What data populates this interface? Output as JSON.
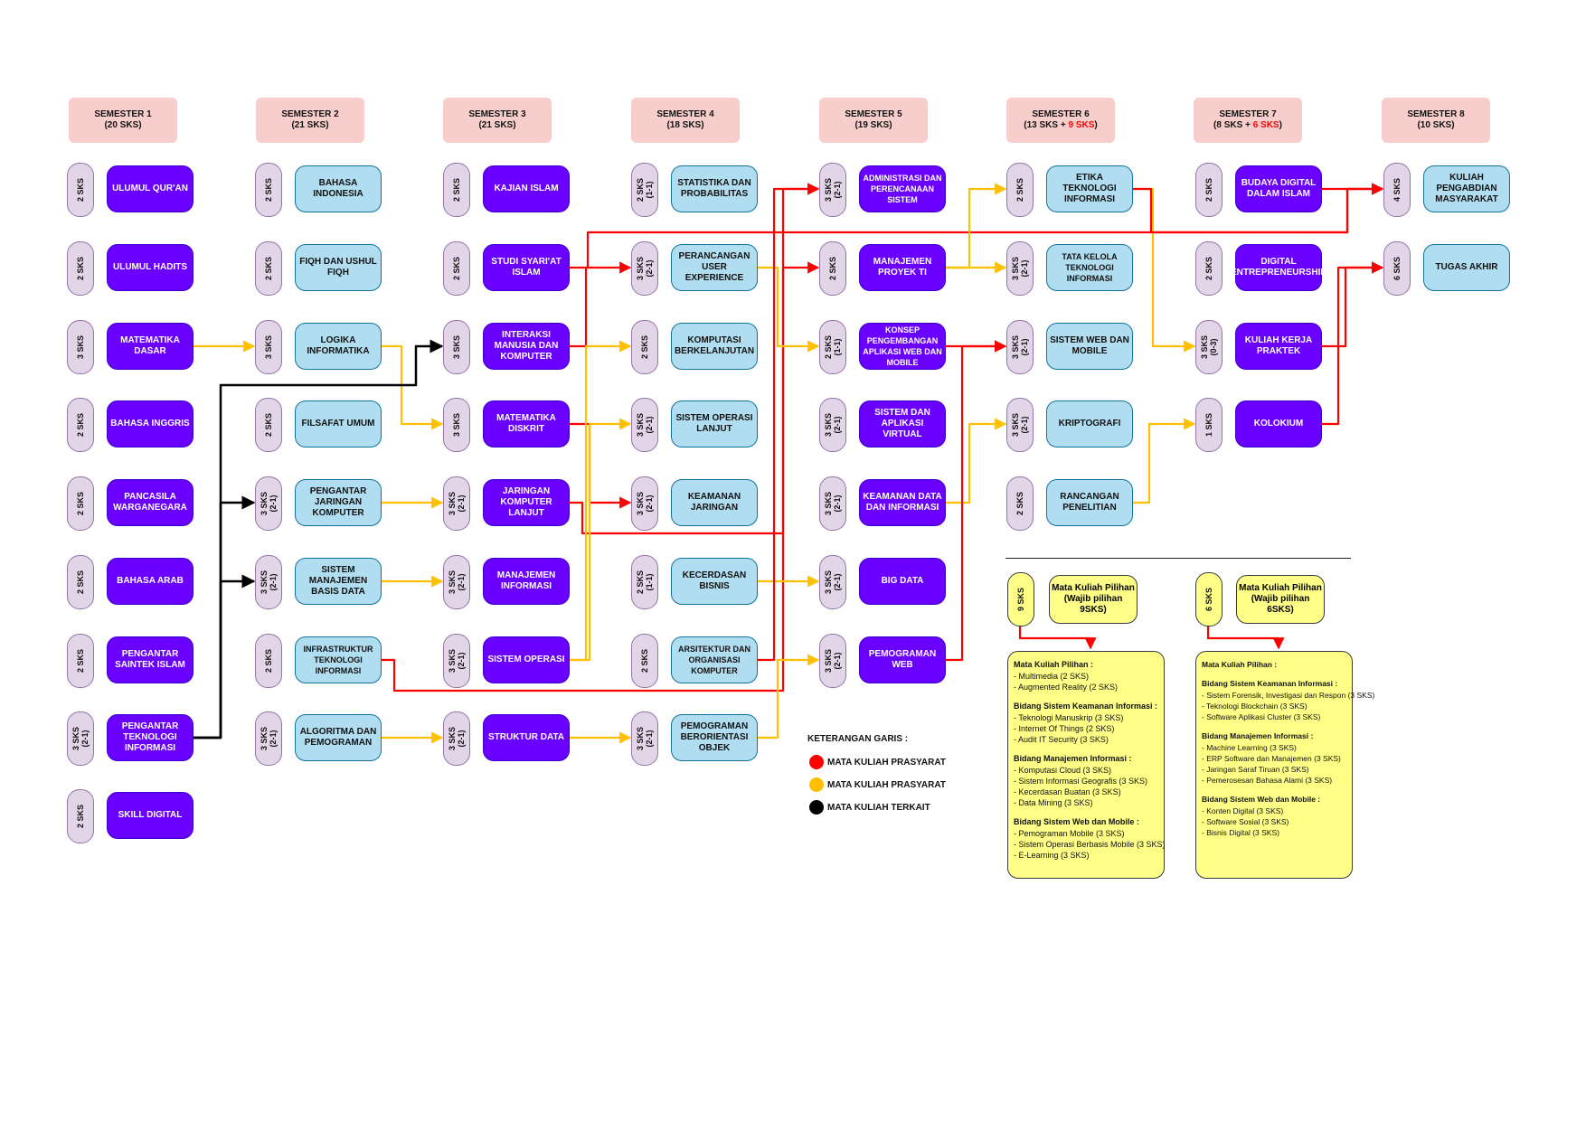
{
  "semesters": [
    {
      "title": "SEMESTER 1",
      "sks": "(20 SKS)"
    },
    {
      "title": "SEMESTER 2",
      "sks": "(21 SKS)"
    },
    {
      "title": "SEMESTER 3",
      "sks": "(21 SKS)"
    },
    {
      "title": "SEMESTER 4",
      "sks": "(18 SKS)"
    },
    {
      "title": "SEMESTER 5",
      "sks": "(19 SKS)"
    },
    {
      "title": "SEMESTER 6",
      "sks_pre": "(13 SKS + ",
      "sks_red": "9 SKS",
      "sks_post": ")"
    },
    {
      "title": "SEMESTER 7",
      "sks_pre": "(8 SKS + ",
      "sks_red": "6 SKS",
      "sks_post": ")"
    },
    {
      "title": "SEMESTER 8",
      "sks": "(10 SKS)"
    }
  ],
  "courses": [
    {
      "id": "s1r0",
      "sks": "2 SKS",
      "name": "ULUMUL QUR'AN",
      "style": "w"
    },
    {
      "id": "s1r1",
      "sks": "2 SKS",
      "name": "ULUMUL HADITS",
      "style": "w"
    },
    {
      "id": "s1r2",
      "sks": "3 SKS",
      "name": "MATEMATIKA DASAR",
      "style": "w"
    },
    {
      "id": "s1r3",
      "sks": "2 SKS",
      "name": "BAHASA INGGRIS",
      "style": "w"
    },
    {
      "id": "s1r4",
      "sks": "2 SKS",
      "name": "PANCASILA WARGANEGARA",
      "style": "w"
    },
    {
      "id": "s1r5",
      "sks": "2 SKS",
      "name": "BAHASA ARAB",
      "style": "w"
    },
    {
      "id": "s1r6",
      "sks": "2 SKS",
      "name": "PENGANTAR SAINTEK ISLAM",
      "style": "w"
    },
    {
      "id": "s1r7",
      "sks": "3 SKS\n(2-1)",
      "name": "PENGANTAR TEKNOLOGI INFORMASI",
      "style": "w"
    },
    {
      "id": "s1r8",
      "sks": "2 SKS",
      "name": "SKILL DIGITAL",
      "style": "w"
    },
    {
      "id": "s2r0",
      "sks": "2 SKS",
      "name": "BAHASA INDONESIA",
      "style": "b"
    },
    {
      "id": "s2r1",
      "sks": "2 SKS",
      "name": "FIQH DAN USHUL FIQH",
      "style": "b"
    },
    {
      "id": "s2r2",
      "sks": "3 SKS",
      "name": "LOGIKA INFORMATIKA",
      "style": "b"
    },
    {
      "id": "s2r3",
      "sks": "2 SKS",
      "name": "FILSAFAT UMUM",
      "style": "b"
    },
    {
      "id": "s2r4",
      "sks": "3 SKS\n(2-1)",
      "name": "PENGANTAR JARINGAN KOMPUTER",
      "style": "b"
    },
    {
      "id": "s2r5",
      "sks": "3 SKS\n(2-1)",
      "name": "SISTEM MANAJEMEN BASIS DATA",
      "style": "b"
    },
    {
      "id": "s2r6",
      "sks": "2 SKS",
      "name": "INFRASTRUKTUR TEKNOLOGI INFORMASI",
      "style": "b"
    },
    {
      "id": "s2r7",
      "sks": "3 SKS\n(2-1)",
      "name": "ALGORITMA DAN PEMOGRAMAN",
      "style": "b"
    },
    {
      "id": "s3r0",
      "sks": "2 SKS",
      "name": "KAJIAN ISLAM",
      "style": "w"
    },
    {
      "id": "s3r1",
      "sks": "2 SKS",
      "name": "STUDI SYARI'AT ISLAM",
      "style": "w"
    },
    {
      "id": "s3r2",
      "sks": "3 SKS",
      "name": "INTERAKSI MANUSIA DAN KOMPUTER",
      "style": "w"
    },
    {
      "id": "s3r3",
      "sks": "3 SKS",
      "name": "MATEMATIKA DISKRIT",
      "style": "w"
    },
    {
      "id": "s3r4",
      "sks": "3 SKS\n(2-1)",
      "name": "JARINGAN KOMPUTER LANJUT",
      "style": "w"
    },
    {
      "id": "s3r5",
      "sks": "3 SKS\n(2-1)",
      "name": "MANAJEMEN INFORMASI",
      "style": "w"
    },
    {
      "id": "s3r6",
      "sks": "3 SKS\n(2-1)",
      "name": "SISTEM OPERASI",
      "style": "w"
    },
    {
      "id": "s3r7",
      "sks": "3 SKS\n(2-1)",
      "name": "STRUKTUR DATA",
      "style": "w"
    },
    {
      "id": "s4r0",
      "sks": "2 SKS\n(1-1)",
      "name": "STATISTIKA DAN PROBABILITAS",
      "style": "b"
    },
    {
      "id": "s4r1",
      "sks": "3 SKS\n(2-1)",
      "name": "PERANCANGAN USER EXPERIENCE",
      "style": "b"
    },
    {
      "id": "s4r2",
      "sks": "2 SKS",
      "name": "KOMPUTASI BERKELANJUTAN",
      "style": "b"
    },
    {
      "id": "s4r3",
      "sks": "3 SKS\n(2-1)",
      "name": "SISTEM OPERASI LANJUT",
      "style": "b"
    },
    {
      "id": "s4r4",
      "sks": "3 SKS\n(2-1)",
      "name": "KEAMANAN JARINGAN",
      "style": "b"
    },
    {
      "id": "s4r5",
      "sks": "2 SKS\n(1-1)",
      "name": "KECERDASAN BISNIS",
      "style": "b"
    },
    {
      "id": "s4r6",
      "sks": "2 SKS",
      "name": "ARSITEKTUR DAN ORGANISASI KOMPUTER",
      "style": "b"
    },
    {
      "id": "s4r7",
      "sks": "3 SKS\n(2-1)",
      "name": "PEMOGRAMAN BERORIENTASI OBJEK",
      "style": "b"
    },
    {
      "id": "s5r0",
      "sks": "3 SKS\n(2-1)",
      "name": "ADMINISTRASI DAN PERENCANAAN SISTEM",
      "style": "w"
    },
    {
      "id": "s5r1",
      "sks": "2 SKS",
      "name": "MANAJEMEN PROYEK TI",
      "style": "w"
    },
    {
      "id": "s5r2",
      "sks": "2 SKS\n(1-1)",
      "name": "KONSEP PENGEMBANGAN APLIKASI WEB DAN MOBILE",
      "style": "w"
    },
    {
      "id": "s5r3",
      "sks": "3 SKS\n(2-1)",
      "name": "SISTEM DAN APLIKASI VIRTUAL",
      "style": "w"
    },
    {
      "id": "s5r4",
      "sks": "3 SKS\n(2-1)",
      "name": "KEAMANAN DATA DAN INFORMASI",
      "style": "w"
    },
    {
      "id": "s5r5",
      "sks": "3 SKS\n(2-1)",
      "name": "BIG DATA",
      "style": "w"
    },
    {
      "id": "s5r6",
      "sks": "3 SKS\n(2-1)",
      "name": "PEMOGRAMAN WEB",
      "style": "w"
    },
    {
      "id": "s6r0",
      "sks": "2 SKS",
      "name": "ETIKA TEKNOLOGI INFORMASI",
      "style": "b"
    },
    {
      "id": "s6r1",
      "sks": "3 SKS\n(2-1)",
      "name": "TATA KELOLA TEKNOLOGI INFORMASI",
      "style": "b"
    },
    {
      "id": "s6r2",
      "sks": "3 SKS\n(2-1)",
      "name": "SISTEM WEB DAN MOBILE",
      "style": "b"
    },
    {
      "id": "s6r3",
      "sks": "3 SKS\n(2-1)",
      "name": "KRIPTOGRAFI",
      "style": "b"
    },
    {
      "id": "s6r4",
      "sks": "2 SKS",
      "name": "RANCANGAN PENELITIAN",
      "style": "b"
    },
    {
      "id": "s7r0",
      "sks": "2 SKS",
      "name": "BUDAYA DIGITAL DALAM ISLAM",
      "style": "w"
    },
    {
      "id": "s7r1",
      "sks": "2 SKS",
      "name": "DIGITAL ENTREPRENEURSHIP",
      "style": "w"
    },
    {
      "id": "s7r2",
      "sks": "3 SKS\n(0-3)",
      "name": "KULIAH KERJA PRAKTEK",
      "style": "w"
    },
    {
      "id": "s7r3",
      "sks": "1 SKS",
      "name": "KOLOKIUM",
      "style": "w"
    },
    {
      "id": "s8r0",
      "sks": "4 SKS",
      "name": "KULIAH PENGABDIAN MASYARAKAT",
      "style": "b"
    },
    {
      "id": "s8r1",
      "sks": "6 SKS",
      "name": "TUGAS AKHIR",
      "style": "b"
    }
  ],
  "legend": {
    "title": "KETERANGAN GARIS :",
    "items": [
      {
        "label": "MATA KULIAH PRASYARAT",
        "color": "#ff0000"
      },
      {
        "label": "MATA KULIAH PRASYARAT",
        "color": "#ffc000"
      },
      {
        "label": "MATA KULIAH TERKAIT",
        "color": "#000000"
      }
    ]
  },
  "electives": {
    "sem6": {
      "sks": "9 SKS",
      "title": "Mata Kuliah Pilihan (Wajib pilihan 9SKS)",
      "sections": [
        {
          "title": "Mata Kuliah Pilihan :",
          "items": [
            "- Multimedia (2 SKS)",
            "- Augmented Reality (2 SKS)"
          ]
        },
        {
          "title": "Bidang Sistem Keamanan Informasi :",
          "items": [
            "- Teknologi Manuskrip (3 SKS)",
            "- Internet Of Things (2 SKS)",
            "- Audit IT Security (3 SKS)"
          ]
        },
        {
          "title": "Bidang Manajemen Informasi :",
          "items": [
            "- Komputasi Cloud (3 SKS)",
            "- Sistem Informasi Geografis (3 SKS)",
            "- Kecerdasan Buatan (3 SKS)",
            "- Data Mining (3 SKS)"
          ]
        },
        {
          "title": "Bidang Sistem Web dan Mobile :",
          "items": [
            "- Pemograman Mobile (3 SKS)",
            "- Sistem Operasi Berbasis Mobile (3 SKS)",
            "- E-Learning (3 SKS)"
          ]
        }
      ]
    },
    "sem7": {
      "sks": "6 SKS",
      "title": "Mata Kuliah Pilihan (Wajib pilihan 6SKS)",
      "sections": [
        {
          "title": "Mata Kuliah Pilihan :",
          "items": []
        },
        {
          "title": "Bidang Sistem Keamanan Informasi :",
          "items": [
            "- Sistem Forensik, Investigasi dan Respon (3 SKS)",
            "- Teknologi Blockchain (3 SKS)",
            "- Software Aplikasi Cluster (3 SKS)"
          ]
        },
        {
          "title": "Bidang Manajemen Informasi :",
          "items": [
            "- Machine Learning (3 SKS)",
            "- ERP Software dan Manajemen (3 SKS)",
            "- Jaringan Saraf Tiruan (3 SKS)",
            "- Pemerosesan Bahasa Alami (3 SKS)"
          ]
        },
        {
          "title": "Bidang Sistem Web dan Mobile :",
          "items": [
            "- Konten Digital (3 SKS)",
            "- Software Sosial (3 SKS)",
            "- Bisnis Digital (3 SKS)"
          ]
        }
      ]
    }
  },
  "colors": {
    "prereq_red": "#ff0000",
    "prereq_yellow": "#ffc000",
    "related_black": "#000000",
    "purple": "#6a00ff",
    "blue": "#b1ddf0",
    "pink": "#f8cecc",
    "lavender": "#e1d5e7",
    "yellow": "#ffff88"
  }
}
